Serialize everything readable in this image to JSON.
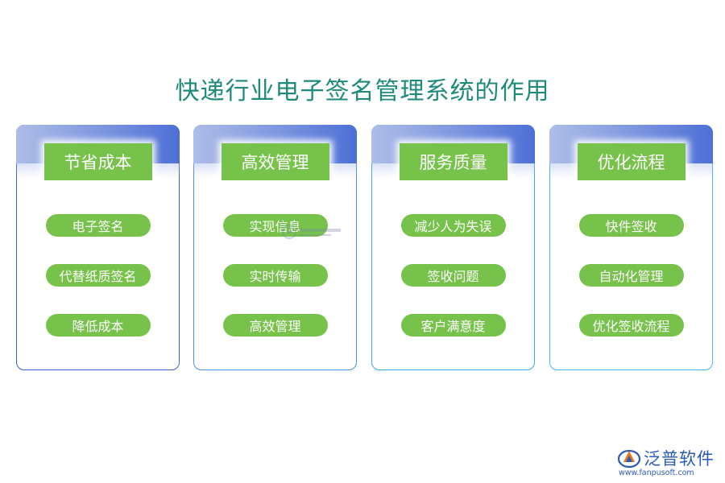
{
  "title": "快递行业电子签名管理系统的作用",
  "cards": [
    {
      "heading": "节省成本",
      "items": [
        "电子签名",
        "代替纸质签名",
        "降低成本"
      ]
    },
    {
      "heading": "高效管理",
      "items": [
        "实现信息",
        "实时传输",
        "高效管理"
      ]
    },
    {
      "heading": "服务质量",
      "items": [
        "减少人为失误",
        "签收问题",
        "客户满意度"
      ]
    },
    {
      "heading": "优化流程",
      "items": [
        "快件签收",
        "自动化管理",
        "优化签收流程"
      ]
    }
  ],
  "brand": {
    "name": "泛普软件",
    "url": "www.fanpusoft.com"
  },
  "colors": {
    "green": "#76c24a",
    "title_teal": "#1e8a7a",
    "header_blue": "#4d6fd6",
    "brand_blue": "#2a5bb8"
  }
}
